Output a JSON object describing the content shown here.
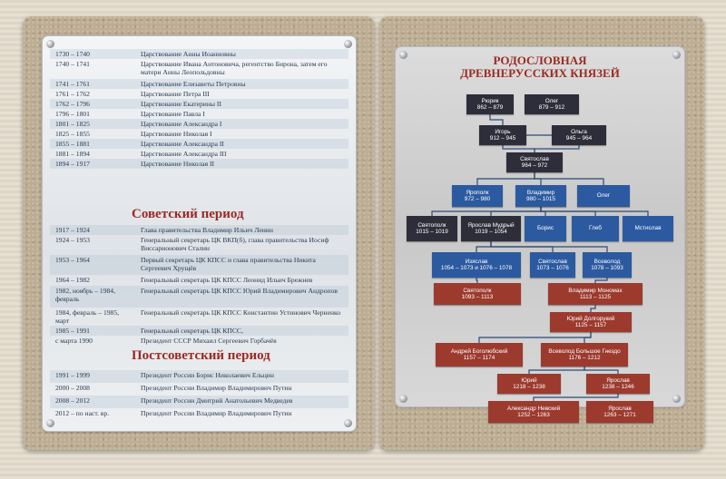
{
  "left_plate": {
    "rows_top": [
      {
        "dates": "1730 – 1740",
        "text": "Царствование Анны Иоанновны"
      },
      {
        "dates": "1740 – 1741",
        "text": "Царствование Ивана Антоновича, регентство Бирона, затем его матери Анны Леопольдовны"
      },
      {
        "dates": "1741 – 1761",
        "text": "Царствование Елизаветы Петровны"
      },
      {
        "dates": "1761 – 1762",
        "text": "Царствование Петра III"
      },
      {
        "dates": "1762 – 1796",
        "text": "Царствование Екатерины II"
      },
      {
        "dates": "1796 – 1801",
        "text": "Царствование Павла I"
      },
      {
        "dates": "1801 – 1825",
        "text": "Царствование Александра I"
      },
      {
        "dates": "1825 – 1855",
        "text": "Царствование Николая I"
      },
      {
        "dates": "1855 – 1881",
        "text": "Царствование Александра II"
      },
      {
        "dates": "1881 – 1894",
        "text": "Царствование Александра III"
      },
      {
        "dates": "1894 – 1917",
        "text": "Царствование Николая II"
      }
    ],
    "soviet_title": "Советский период",
    "rows_soviet": [
      {
        "dates": "1917 – 1924",
        "text": "Глава правительства Владимир Ильич Ленин"
      },
      {
        "dates": "1924 – 1953",
        "text": "Генеральный секретарь ЦК ВКП(б), глава правительства Иосиф Виссарионович Сталин"
      },
      {
        "dates": "1953 – 1964",
        "text": "Первый секретарь ЦК КПСС и глава правительства Никита Сергеевич Хрущёв"
      },
      {
        "dates": "1964 – 1982",
        "text": "Генеральный секретарь ЦК КПСС Леонид Ильич Брежнев"
      },
      {
        "dates": "1982, ноябрь – 1984, февраль",
        "text": "Генеральный секретарь ЦК КПСС Юрий Владимирович Андропов"
      },
      {
        "dates": "1984, февраль – 1985, март",
        "text": "Генеральный секретарь ЦК КПСС Константин Устинович Черненко"
      },
      {
        "dates": "1985 – 1991",
        "text": "Генеральный секретарь ЦК КПСС,"
      },
      {
        "dates": "с марта 1990",
        "text": "Президент СССР Михаил Сергеевич Горбачёв"
      }
    ],
    "post_title": "Постсоветский период",
    "rows_post": [
      {
        "dates": "1991 – 1999",
        "text": "Президент России Борис Николаевич Ельцин"
      },
      {
        "dates": "2000 – 2008",
        "text": "Президент России Владимир Владимирович Путин"
      },
      {
        "dates": "2008 – 2012",
        "text": "Президент России Дмитрий Анатольевич Медведев"
      },
      {
        "dates": "2012 – по наст. вр.",
        "text": "Президент России Владимир Владимирович Путин"
      }
    ]
  },
  "right_plate": {
    "title_line1": "РОДОСЛОВНАЯ",
    "title_line2": "ДРЕВНЕРУССКИХ КНЯЗЕЙ",
    "nodes": [
      {
        "id": "rurik",
        "name": "Рюрик",
        "years": "862 – 879",
        "color": "dark"
      },
      {
        "id": "oleg1",
        "name": "Олег",
        "years": "879 – 912",
        "color": "dark"
      },
      {
        "id": "igor",
        "name": "Игорь",
        "years": "912 – 945",
        "color": "dark"
      },
      {
        "id": "olga",
        "name": "Ольга",
        "years": "945 – 964",
        "color": "dark"
      },
      {
        "id": "svyatoslav",
        "name": "Святослав",
        "years": "964 – 972",
        "color": "dark"
      },
      {
        "id": "yaropolk1",
        "name": "Ярополк",
        "years": "972 – 980",
        "color": "blue"
      },
      {
        "id": "vladimir",
        "name": "Владимир",
        "years": "980 – 1015",
        "color": "blue"
      },
      {
        "id": "oleg2",
        "name": "Олег",
        "years": "",
        "color": "blue"
      },
      {
        "id": "svyatopolk1",
        "name": "Святополк",
        "years": "1015 – 1019",
        "color": "dark"
      },
      {
        "id": "yaroslav",
        "name": "Ярослав Мудрый",
        "years": "1019 – 1054",
        "color": "dark"
      },
      {
        "id": "boris",
        "name": "Борис",
        "years": "",
        "color": "blue"
      },
      {
        "id": "gleb",
        "name": "Глеб",
        "years": "",
        "color": "blue"
      },
      {
        "id": "mstislav",
        "name": "Мстислав",
        "years": "",
        "color": "blue"
      },
      {
        "id": "izyaslav",
        "name": "Изяслав",
        "years": "1054 – 1073 и 1076 – 1078",
        "color": "blue"
      },
      {
        "id": "svyatoslav2",
        "name": "Святослав",
        "years": "1073 – 1076",
        "color": "blue"
      },
      {
        "id": "vsevolod1",
        "name": "Всеволод",
        "years": "1078 – 1093",
        "color": "blue"
      },
      {
        "id": "svyatopolk2",
        "name": "Святополк",
        "years": "1093 – 1113",
        "color": "red"
      },
      {
        "id": "monomakh",
        "name": "Владимир Мономах",
        "years": "1113 – 1125",
        "color": "red"
      },
      {
        "id": "dolgoruky",
        "name": "Юрий Долгорукий",
        "years": "1125 – 1157",
        "color": "red"
      },
      {
        "id": "bogolyubsky",
        "name": "Андрей Боголюбский",
        "years": "1157 – 1174",
        "color": "red"
      },
      {
        "id": "vsevolod2",
        "name": "Всеволод Большое Гнездо",
        "years": "1176 – 1212",
        "color": "red"
      },
      {
        "id": "yuri",
        "name": "Юрий",
        "years": "1218 – 1238",
        "color": "red"
      },
      {
        "id": "yaroslav2",
        "name": "Ярослав",
        "years": "1238 – 1246",
        "color": "red"
      },
      {
        "id": "nevsky",
        "name": "Александр Невский",
        "years": "1252 – 1263",
        "color": "red"
      },
      {
        "id": "yaroslav3",
        "name": "Ярослав",
        "years": "1263 – 1271",
        "color": "red"
      }
    ],
    "colors": {
      "dark": "#2e2e3a",
      "blue": "#2c5aa0",
      "red": "#9c3a2e"
    }
  }
}
